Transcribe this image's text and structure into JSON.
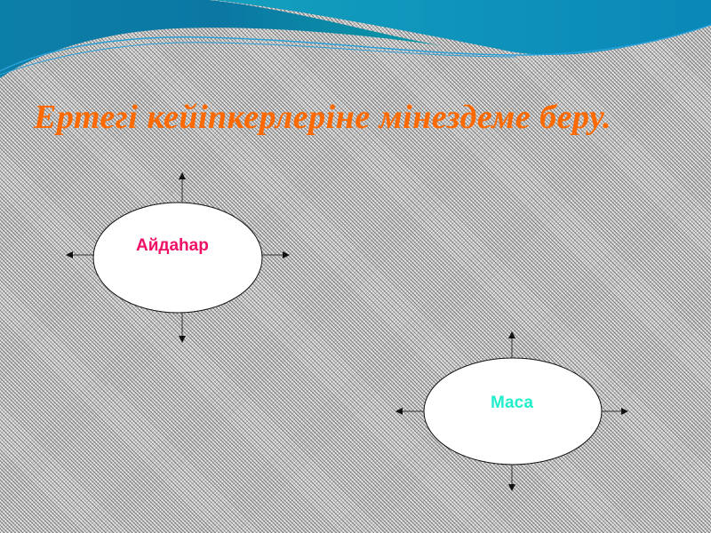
{
  "slide": {
    "title": "Ертегі  кейіпкерлеріне мінездеме беру."
  },
  "diagram": {
    "nodes": [
      {
        "label": "Айдаһар",
        "color": "#ee1166",
        "arrows": [
          "up",
          "down",
          "left",
          "right"
        ]
      },
      {
        "label": "Маса",
        "color": "#22eecc",
        "arrows": [
          "up",
          "down",
          "left",
          "right"
        ]
      }
    ]
  },
  "colors": {
    "title": "#ff6a00",
    "header_wave": "#0a8fb0",
    "ellipse_fill": "#ffffff"
  }
}
